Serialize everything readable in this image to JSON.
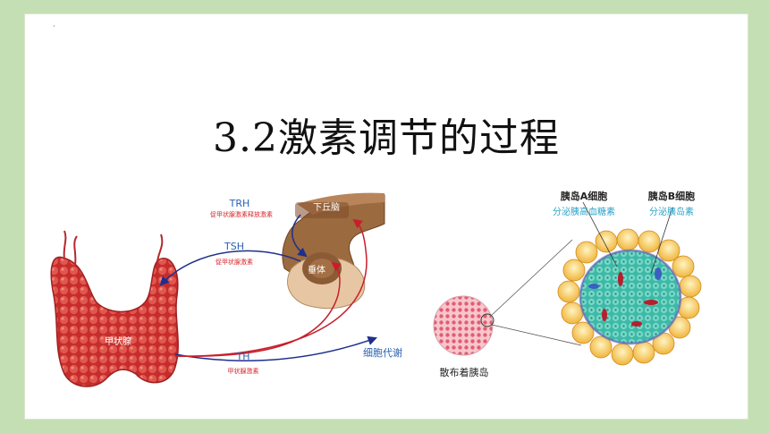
{
  "slide": {
    "title": "3.2激素调节的过程"
  },
  "left_figure": {
    "trh_label": "TRH",
    "trh_desc": "促甲状腺激素释放激素",
    "tsh_label": "TSH",
    "tsh_desc": "促甲状腺激素",
    "th_label": "TH",
    "th_desc": "甲状腺激素",
    "hypothalamus": "下丘脑",
    "pituitary": "垂体",
    "thyroid": "甲状腺",
    "metabolism": "细胞代谢"
  },
  "right_figure": {
    "a_cell_title": "胰岛A细胞",
    "a_cell_desc": "分泌胰高血糖素",
    "b_cell_title": "胰岛B细胞",
    "b_cell_desc": "分泌胰岛素",
    "tissue_caption": "散布着胰岛"
  },
  "colors": {
    "background": "#c5dfb4",
    "red_label": "#d8262b",
    "blue_label": "#2a62b0",
    "cyan_label": "#2aa3c9"
  }
}
